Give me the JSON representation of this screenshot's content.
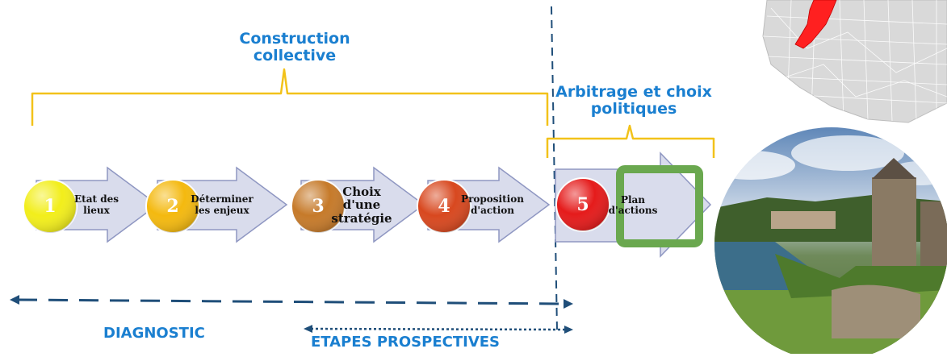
{
  "labels": {
    "construction": "Construction\ncollective",
    "arbitrage": "Arbitrage et choix\npolitiques",
    "diagnostic": "DIAGNOSTIC",
    "prospectives": "ETAPES PROSPECTIVES"
  },
  "steps": [
    {
      "num": "1",
      "text": "Etat des\nlieux",
      "color": "#f2ee1b"
    },
    {
      "num": "2",
      "text": "Déterminer\nles enjeux",
      "color": "#f4b90f"
    },
    {
      "num": "3",
      "text": "Choix\nd'une\nstratégie",
      "color": "#c67a2a"
    },
    {
      "num": "4",
      "text": "Proposition\nd'action",
      "color": "#d8481f"
    },
    {
      "num": "5",
      "text": "Plan\nd'actions",
      "color": "#e51b1b"
    }
  ],
  "colors": {
    "brace": "#f2c21a",
    "arrow_fill": "#d9dcec",
    "arrow_stroke": "#8f97c2",
    "dash": "#1f4e79",
    "label": "#1a7fd0",
    "green": "#6aa84f",
    "map_fill": "#d9d9d9",
    "map_highlight": "#ff2020"
  }
}
